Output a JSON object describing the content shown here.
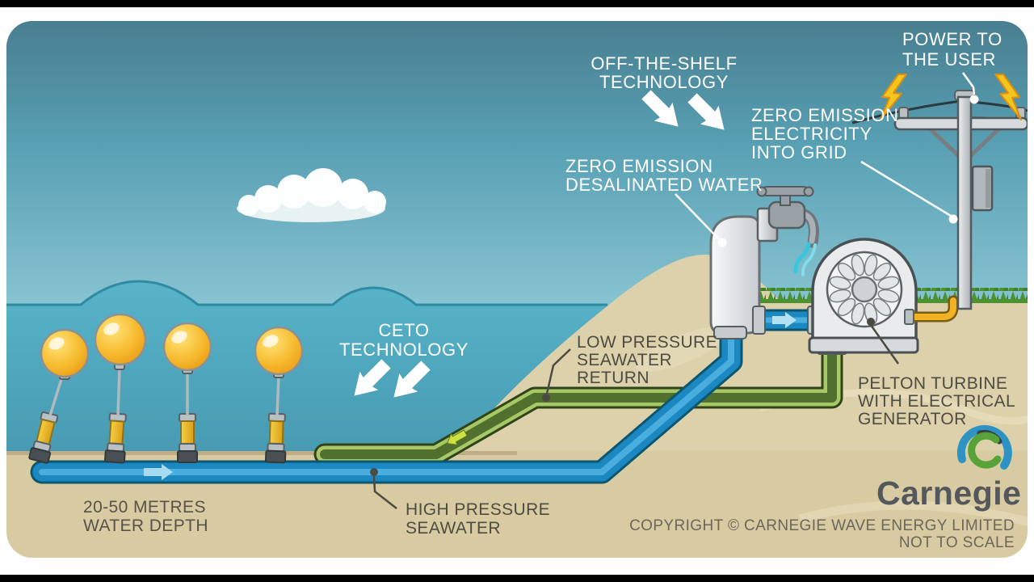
{
  "labels": {
    "power_user": {
      "l1": "POWER TO",
      "l2": "THE USER"
    },
    "off_shelf": {
      "l1": "OFF-THE-SHELF",
      "l2": "TECHNOLOGY"
    },
    "zero_grid": {
      "l1": "ZERO EMISSION",
      "l2": "ELECTRICITY",
      "l3": "INTO GRID"
    },
    "zero_water": {
      "l1": "ZERO EMISSION",
      "l2": "DESALINATED WATER"
    },
    "ceto": {
      "l1": "CETO",
      "l2": "TECHNOLOGY"
    },
    "low_pressure": {
      "l1": "LOW PRESSURE",
      "l2": "SEAWATER",
      "l3": "RETURN"
    },
    "high_pressure": {
      "l1": "HIGH PRESSURE",
      "l2": "SEAWATER"
    },
    "pelton": {
      "l1": "PELTON TURBINE",
      "l2": "WITH ELECTRICAL",
      "l3": "GENERATOR"
    },
    "depth": {
      "l1": "20-50 METRES",
      "l2": "WATER DEPTH"
    }
  },
  "branding": {
    "name": "Carnegie"
  },
  "footer": {
    "copyright": "COPYRIGHT © CARNEGIE WAVE ENERGY LIMITED",
    "scale_note": "NOT TO SCALE"
  },
  "colors": {
    "sea": "#4fa9c0",
    "sky_top": "#46798a",
    "sand": "#d8cba1",
    "pipe_high_pressure": "#1b88c2",
    "pipe_return": "#51702e",
    "buoy": "#f5b32b",
    "cable": "#e9af1f",
    "lightning": "#f6c51d",
    "logo_blue": "#2e93c4",
    "logo_green": "#57a33a",
    "label_dark": "#4e4c42"
  }
}
